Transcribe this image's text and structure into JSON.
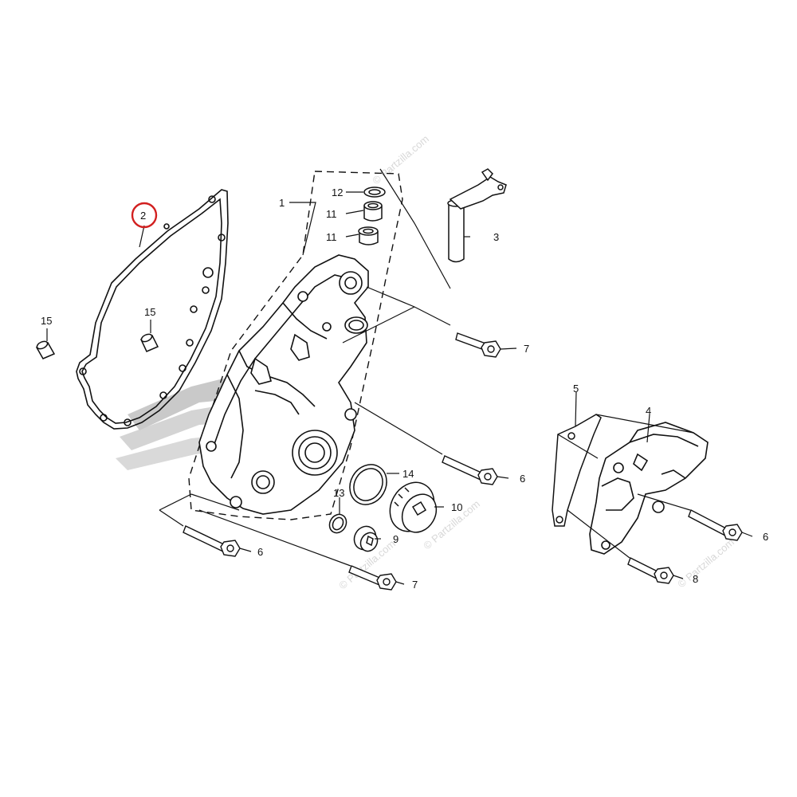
{
  "diagram": {
    "highlight_color": "#d22020",
    "line_color": "#111111",
    "watermark_text": "© Partzilla.com",
    "callouts": {
      "c1": "1",
      "c2": "2",
      "c3": "3",
      "c4": "4",
      "c5": "5",
      "c6a": "6",
      "c6b": "6",
      "c6c": "6",
      "c7a": "7",
      "c7b": "7",
      "c8": "8",
      "c9": "9",
      "c10": "10",
      "c11a": "11",
      "c11b": "11",
      "c12": "12",
      "c13": "13",
      "c14": "14",
      "c15a": "15",
      "c15b": "15"
    },
    "highlighted_callout": "2"
  }
}
